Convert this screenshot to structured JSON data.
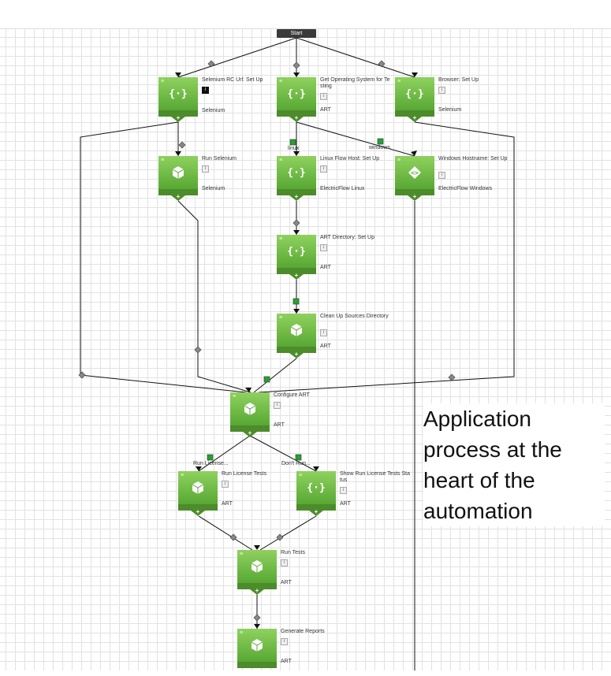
{
  "start": {
    "label": "Start"
  },
  "nodes": [
    {
      "title": "Selenium RC Url: Set Up",
      "subtitle": "Selenium"
    },
    {
      "title": "Get Operating System for Testing",
      "subtitle": "ART"
    },
    {
      "title": "Browser: Set Up",
      "subtitle": "Selenium"
    },
    {
      "title": "Run Selenium",
      "subtitle": "Selenium"
    },
    {
      "title": "Linux Flow Host: Set Up",
      "subtitle": "ElectricFlow Linux"
    },
    {
      "title": "Windows Hostname: Set Up",
      "subtitle": "ElectricFlow Windows"
    },
    {
      "title": "ART Directory: Set Up",
      "subtitle": "ART"
    },
    {
      "title": "Clean Up Sources Directory",
      "subtitle": "ART"
    },
    {
      "title": "Configure ART",
      "subtitle": "ART"
    },
    {
      "title": "Run License Tests",
      "subtitle": "ART"
    },
    {
      "title": "Show Run License Tests Status",
      "subtitle": "ART"
    },
    {
      "title": "Run Tests",
      "subtitle": "ART"
    },
    {
      "title": "Generate Reports",
      "subtitle": "ART"
    }
  ],
  "edge_labels": {
    "linux": "linux",
    "windows": "windows",
    "run_license": "Run License...",
    "dont_run": "Don't Run..."
  },
  "callout": {
    "text": "Application process at the heart of the automation"
  },
  "icons": {
    "process_icon": "curly-braces-icon",
    "component_icon": "cube-icon",
    "diamond_icon": "code-diamond-icon"
  }
}
